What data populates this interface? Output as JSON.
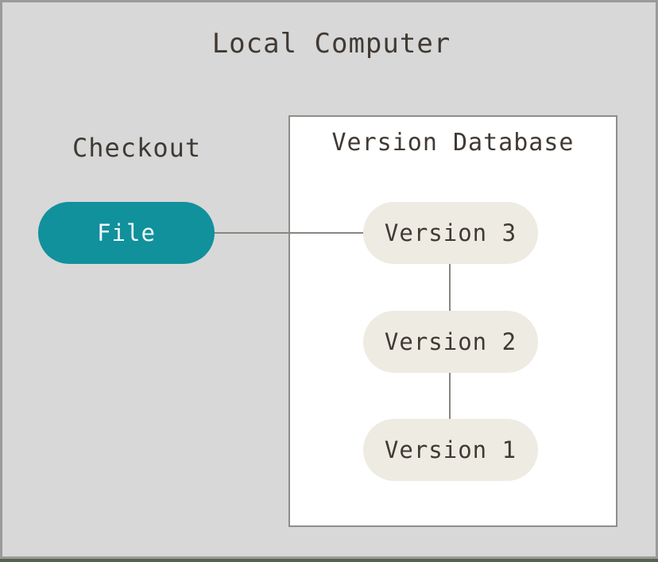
{
  "colors": {
    "canvas_bg": "#d8d8d8",
    "canvas_border": "#9a9a9a",
    "panel_bg": "#ffffff",
    "panel_border": "#8f8d89",
    "node_teal": "#10919c",
    "node_cream": "#edebe2",
    "text_dark": "#403a34",
    "text_on_teal": "#f4f8f8",
    "connector": "#8a8680",
    "bottom_strip": "#556250"
  },
  "diagram": {
    "title": "Local Computer",
    "checkout": {
      "label": "Checkout"
    },
    "file_node": {
      "label": "File"
    },
    "version_database": {
      "title": "Version Database",
      "nodes": [
        {
          "label": "Version 3"
        },
        {
          "label": "Version 2"
        },
        {
          "label": "Version 1"
        }
      ]
    }
  }
}
